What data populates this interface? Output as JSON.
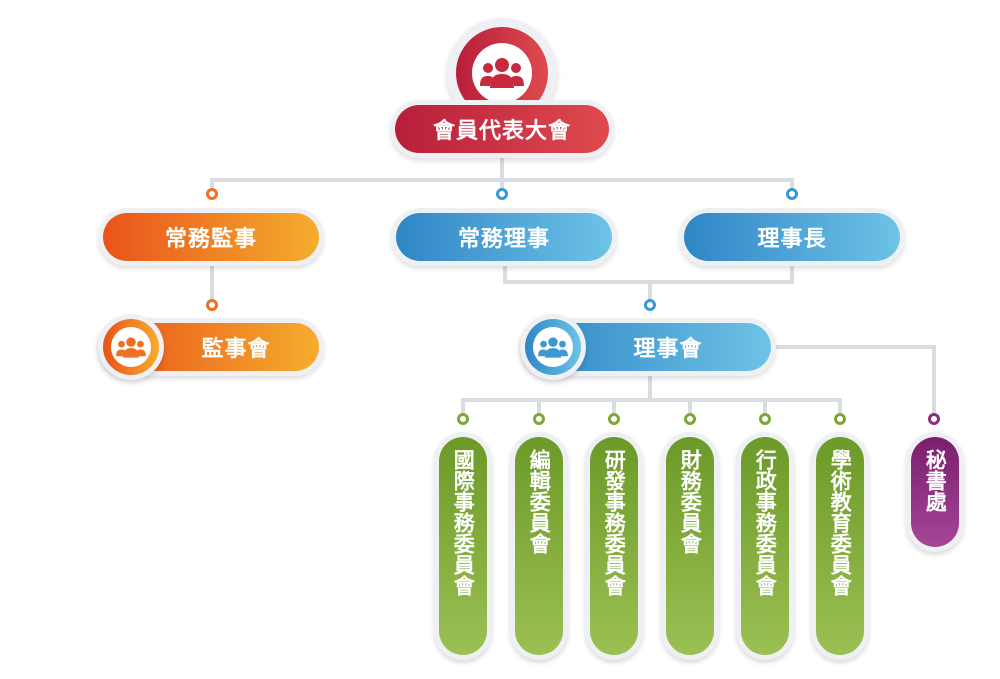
{
  "top": {
    "label": "會員代表大會",
    "icon": "people-icon"
  },
  "level2": {
    "supervisor_standing": "常務監事",
    "director_standing": "常務理事",
    "chairman": "理事長"
  },
  "supervisory_board": {
    "label": "監事會",
    "icon": "people-icon"
  },
  "board_of_directors": {
    "label": "理事會",
    "icon": "people-icon"
  },
  "committees": [
    "國際事務委員會",
    "編輯委員會",
    "研發事務委員會",
    "財務委員會",
    "行政事務委員會",
    "學術教育委員會"
  ],
  "secretariat": "秘書處",
  "colors": {
    "red": "#c62a3f",
    "orange": "#ee7023",
    "blue": "#3b98d1",
    "green": "#7ea73a",
    "purple": "#8b2e7e",
    "connector": "#d9dce0"
  }
}
